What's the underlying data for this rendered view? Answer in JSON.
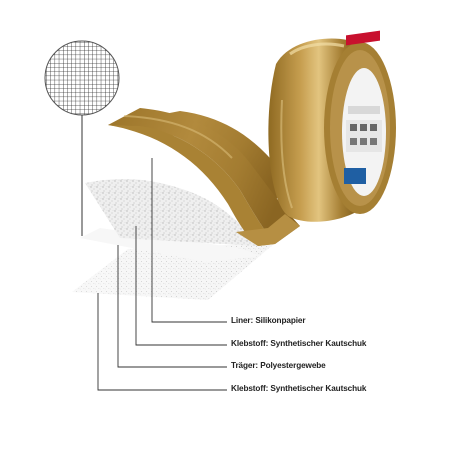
{
  "colors": {
    "liner_brown": "#a07a2c",
    "liner_highlight": "#d6b569",
    "leader_line": "#333333",
    "label_text": "#222222"
  },
  "icons": [
    "mesh-magnifier-icon",
    "tape-roll-illustration"
  ],
  "labels": [
    {
      "id": "liner",
      "text": "Liner: Silikonpapier"
    },
    {
      "id": "adhesive-top",
      "text": "Klebstoff: Synthetischer Kautschuk"
    },
    {
      "id": "carrier",
      "text": "Träger: Polyestergewebe"
    },
    {
      "id": "adhesive-bottom",
      "text": "Klebstoff: Synthetischer Kautschuk"
    }
  ]
}
